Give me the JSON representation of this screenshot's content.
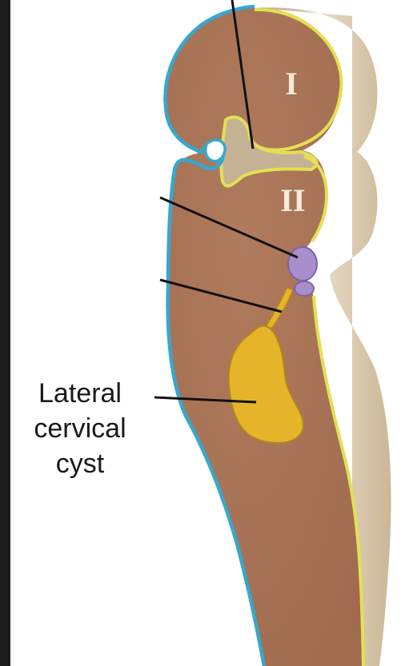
{
  "arches": {
    "first": "I",
    "second": "II"
  },
  "cyst_label": {
    "line1": "Lateral",
    "line2": "cervical",
    "line3": "cyst"
  },
  "colors": {
    "tissue": "#a97456",
    "side_surface": "#d8c8ad",
    "ectoderm_outline": "#37a7cf",
    "endoderm_outline": "#e2e054",
    "cyst": "#e5b42a",
    "vestige": "#a88fcc",
    "border_strip": "#1c1c1c"
  }
}
